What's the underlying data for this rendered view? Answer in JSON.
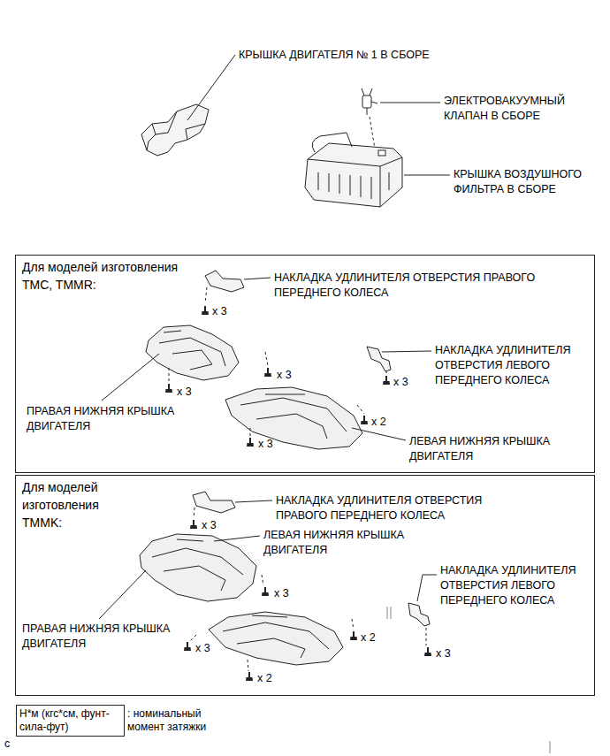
{
  "diagram": {
    "nodes": [
      {
        "text": [
          "Для моделей изготовления TMC, TMMR:"
        ]
      },
      {
        "text": [
          "Для моделей изготовления TMMK:"
        ]
      },
      {
        "text": [
          "Н*м (кгс*см, фунт-сила-фут)"
        ]
      }
    ],
    "labels": [
      "КРЫШКА ДВИГАТЕЛЯ № 1 В СБОРЕ",
      "ЭЛЕКТРОВАКУУМНЫЙ КЛАПАН В СБОРЕ",
      "КРЫШКА ВОЗДУШНОГО ФИЛЬТРА В СБОРЕ",
      "НАКЛАДКА УДЛИНИТЕЛЯ ОТВЕРСТИЯ ПРАВОГО ПЕРЕДНЕГО КОЛЕСА",
      "x 3",
      "x 3",
      "НАКЛАДКА УДЛИНИТЕЛЯ ОТВЕРСТИЯ ЛЕВОГО ПЕРЕДНЕГО КОЛЕСА",
      "x 3",
      "x 3",
      "ПРАВАЯ НИЖНЯЯ КРЫШКА ДВИГАТЕЛЯ",
      "x 2",
      "x 3",
      "ЛЕВАЯ НИЖНЯЯ КРЫШКА ДВИГАТЕЛЯ",
      "НАКЛАДКА УДЛИНИТЕЛЯ ОТВЕРСТИЯ ПРАВОГО ПЕРЕДНЕГО КОЛЕСА",
      "x 3",
      "ЛЕВАЯ НИЖНЯЯ КРЫШКА ДВИГАТЕЛЯ",
      "НАКЛАДКА УДЛИНИТЕЛЯ ОТВЕРСТИЯ ЛЕВОГО ПЕРЕДНЕГО КОЛЕСА",
      "x 3",
      "x 2",
      "ПРАВАЯ НИЖНЯЯ КРЫШКА ДВИГАТЕЛЯ",
      "x 3",
      "x 3",
      "x 2",
      ": номинальный момент затяжки",
      "c"
    ]
  }
}
